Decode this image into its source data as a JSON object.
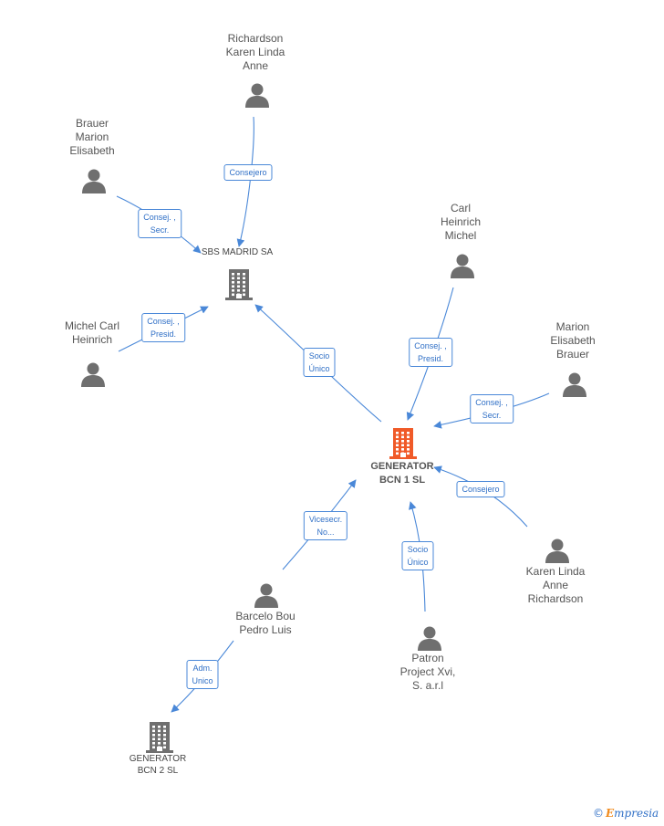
{
  "nodes": [
    {
      "id": "richardson_kl",
      "kind": "person",
      "label": "Richardson\nKaren Linda\nAnne"
    },
    {
      "id": "brauer_me",
      "kind": "person",
      "label": "Brauer\nMarion\nElisabeth"
    },
    {
      "id": "sbs",
      "kind": "company",
      "label": "SBS MADRID SA"
    },
    {
      "id": "michel_ch",
      "kind": "person",
      "label": "Michel Carl\nHeinrich"
    },
    {
      "id": "carl_hm",
      "kind": "person",
      "label": "Carl\nHeinrich\nMichel"
    },
    {
      "id": "marion_eb",
      "kind": "person",
      "label": "Marion\nElisabeth\nBrauer"
    },
    {
      "id": "gen1",
      "kind": "main",
      "label": "GENERATOR\nBCN 1 SL"
    },
    {
      "id": "karen_ar",
      "kind": "person",
      "label": "Karen Linda\nAnne\nRichardson"
    },
    {
      "id": "barcelo",
      "kind": "person",
      "label": "Barcelo Bou\nPedro Luis"
    },
    {
      "id": "patron",
      "kind": "person",
      "label": "Patron\nProject Xvi,\nS. a.r.l"
    },
    {
      "id": "gen2",
      "kind": "company",
      "label": "GENERATOR\nBCN 2 SL"
    }
  ],
  "edges": [
    {
      "from": "richardson_kl",
      "to": "sbs",
      "label": "Consejero"
    },
    {
      "from": "brauer_me",
      "to": "sbs",
      "label": "Consej. ,\nSecr."
    },
    {
      "from": "michel_ch",
      "to": "sbs",
      "label": "Consej. ,\nPresid."
    },
    {
      "from": "gen1",
      "to": "sbs",
      "label": "Socio\nÚnico"
    },
    {
      "from": "carl_hm",
      "to": "gen1",
      "label": "Consej. ,\nPresid."
    },
    {
      "from": "marion_eb",
      "to": "gen1",
      "label": "Consej. ,\nSecr."
    },
    {
      "from": "karen_ar",
      "to": "gen1",
      "label": "Consejero"
    },
    {
      "from": "barcelo",
      "to": "gen1",
      "label": "Vicesecr.\nNo..."
    },
    {
      "from": "patron",
      "to": "gen1",
      "label": "Socio\nÚnico"
    },
    {
      "from": "barcelo",
      "to": "gen2",
      "label": "Adm.\nUnico"
    }
  ],
  "colors": {
    "edge": "#4a88d8",
    "person_icon": "#6f6f6f",
    "company_icon": "#6f6f6f",
    "main_company_icon": "#f05a28"
  },
  "footer": {
    "copyright_symbol": "©",
    "brand_initial": "E",
    "brand_rest": "mpresia"
  }
}
